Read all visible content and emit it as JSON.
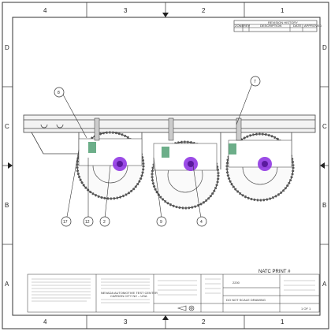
{
  "border": {
    "columns": [
      "4",
      "3",
      "2",
      "1"
    ],
    "rows": [
      "D",
      "C",
      "B",
      "A"
    ]
  },
  "revision_block": {
    "title": "REVISION HISTORY",
    "headers": [
      "ZONE",
      "REV",
      "DESCRIPTION",
      "DATE",
      "APPROVED"
    ]
  },
  "balloons": [
    "8",
    "7",
    "17",
    "12",
    "2",
    "9",
    "4"
  ],
  "print_label": "NATC PRINT #",
  "title_block": {
    "center_name": "NEVADA AUTOMOTIVE TEST CENTER",
    "center_address": "CARSON CITY NV – USA",
    "drawing_number": "2200",
    "do_not_scale": "DO NOT SCALE DRAWING",
    "sheet": "1 OF 1"
  },
  "icons": [
    "balloon-callout-icon",
    "wheel-icon",
    "tandem-axle-icon",
    "third-angle-projection-icon"
  ]
}
